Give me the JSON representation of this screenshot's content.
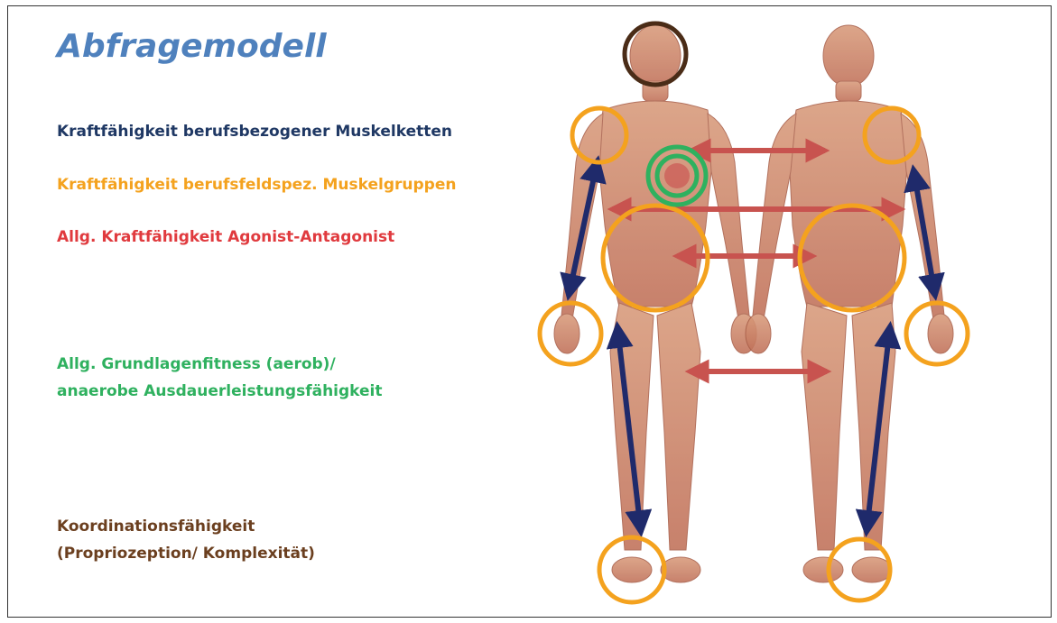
{
  "title": "Abfragemodell",
  "labels": {
    "muscle_chains": "Kraftfähigkeit berufsbezogener Muskelketten",
    "muscle_groups": "Kraftfähigkeit berufsfeldspez. Muskelgruppen",
    "agonist_antagonist": "Allg. Kraftfähigkeit Agonist-Antagonist",
    "fitness_line1": "Allg. Grundlagenfitness (aerob)/",
    "fitness_line2": "anaerobe  Ausdauerleistungsfähigkeit",
    "coordination_line1": "Koordinationsfähigkeit",
    "coordination_line2": "(Propriozeption/  Komplexität)"
  },
  "colors": {
    "title": "#4f81bd",
    "muscle_chains": "#1f3864",
    "muscle_groups": "#f4a21e",
    "agonist_antagonist": "#e03a3e",
    "fitness": "#2fb15f",
    "coordination": "#6b3f1f",
    "muscle": "#c47a5e",
    "orange_circle": "#f4a21e",
    "green_circle": "#2fb15f",
    "brown_circle": "#4a2c17",
    "navy_arrow": "#1f2a6b",
    "red_arrow": "#c8534f"
  },
  "figure": {
    "description_icon": "anatomical-muscle-figures-icon"
  }
}
